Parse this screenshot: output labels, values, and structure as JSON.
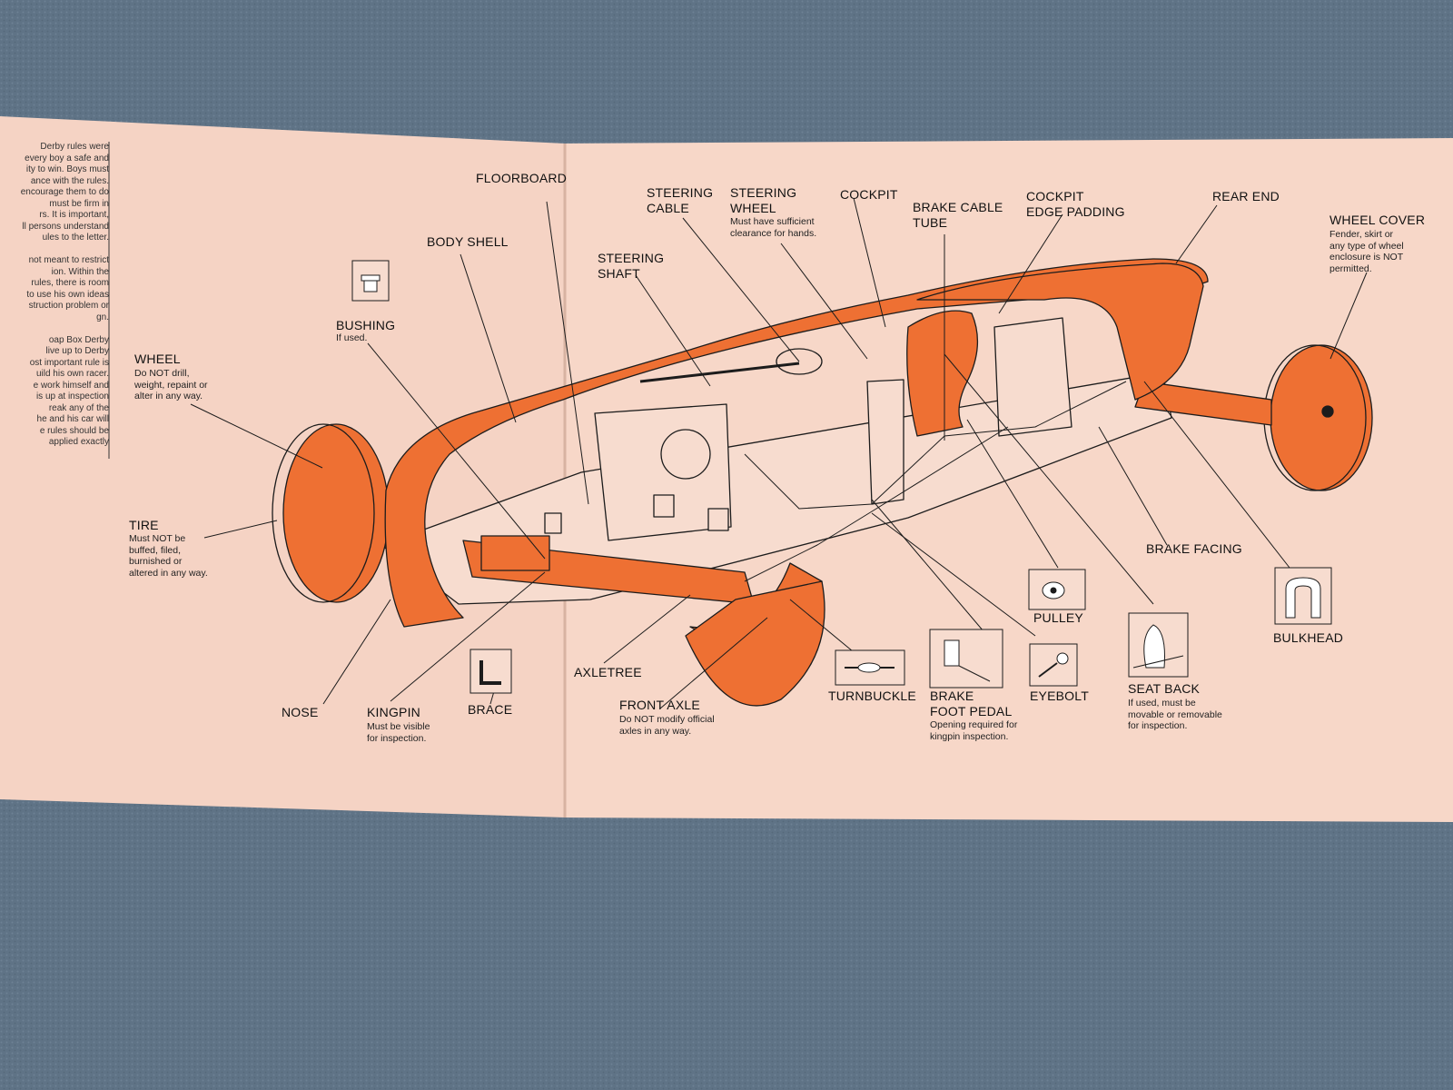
{
  "colors": {
    "page": "#f7d6c6",
    "accent": "#ee7033",
    "line": "#1c1c1c",
    "carpet": "#5f7386"
  },
  "intro_text": "Derby rules were\nevery boy a safe and\nity to win. Boys must\nance with the rules.\nencourage them to do\nmust be firm in\nrs. It is important,\nll persons understand\nules to the letter.\n\nnot meant to restrict\nion. Within the\nrules, there is room\nto use his own ideas\nstruction problem or\ngn.\n\noap Box Derby\nlive up to Derby\nost important rule is\nuild his own racer.\ne work himself and\nis up at inspection\nreak any of the\nhe and his car will\ne rules should be\napplied exactly",
  "labels": {
    "floorboard": {
      "name": "FLOORBOARD"
    },
    "body_shell": {
      "name": "BODY SHELL"
    },
    "bushing": {
      "name": "BUSHING",
      "note": "If used."
    },
    "wheel": {
      "name": "WHEEL",
      "note": "Do NOT drill,\nweight, repaint or\nalter in any way."
    },
    "tire": {
      "name": "TIRE",
      "note": "Must NOT be\nbuffed, filed,\nburnished or\naltered in any way."
    },
    "nose": {
      "name": "NOSE"
    },
    "kingpin": {
      "name": "KINGPIN",
      "note": "Must be visible\nfor inspection."
    },
    "brace": {
      "name": "BRACE"
    },
    "axletree": {
      "name": "AXLETREE"
    },
    "front_axle": {
      "name": "FRONT AXLE",
      "note": "Do NOT modify official\naxles in any way."
    },
    "steering_shaft": {
      "name": "STEERING\nSHAFT"
    },
    "steering_cable": {
      "name": "STEERING\nCABLE"
    },
    "steering_wheel": {
      "name": "STEERING\nWHEEL",
      "note": "Must have sufficient\nclearance for hands."
    },
    "cockpit": {
      "name": "COCKPIT"
    },
    "brake_cable_tube": {
      "name": "BRAKE CABLE\nTUBE"
    },
    "cockpit_edge_padding": {
      "name": "COCKPIT\nEDGE PADDING"
    },
    "rear_end": {
      "name": "REAR END"
    },
    "wheel_cover": {
      "name": "WHEEL COVER",
      "note": "Fender, skirt or\nany type of wheel\nenclosure is NOT\npermitted."
    },
    "brake_facing": {
      "name": "BRAKE FACING"
    },
    "pulley": {
      "name": "PULLEY"
    },
    "bulkhead": {
      "name": "BULKHEAD"
    },
    "turnbuckle": {
      "name": "TURNBUCKLE"
    },
    "brake_foot_pedal": {
      "name": "BRAKE\nFOOT PEDAL",
      "note": "Opening required for\nkingpin inspection."
    },
    "eyebolt": {
      "name": "EYEBOLT"
    },
    "seat_back": {
      "name": "SEAT BACK",
      "note": "If used, must be\nmovable or removable\nfor inspection."
    }
  }
}
